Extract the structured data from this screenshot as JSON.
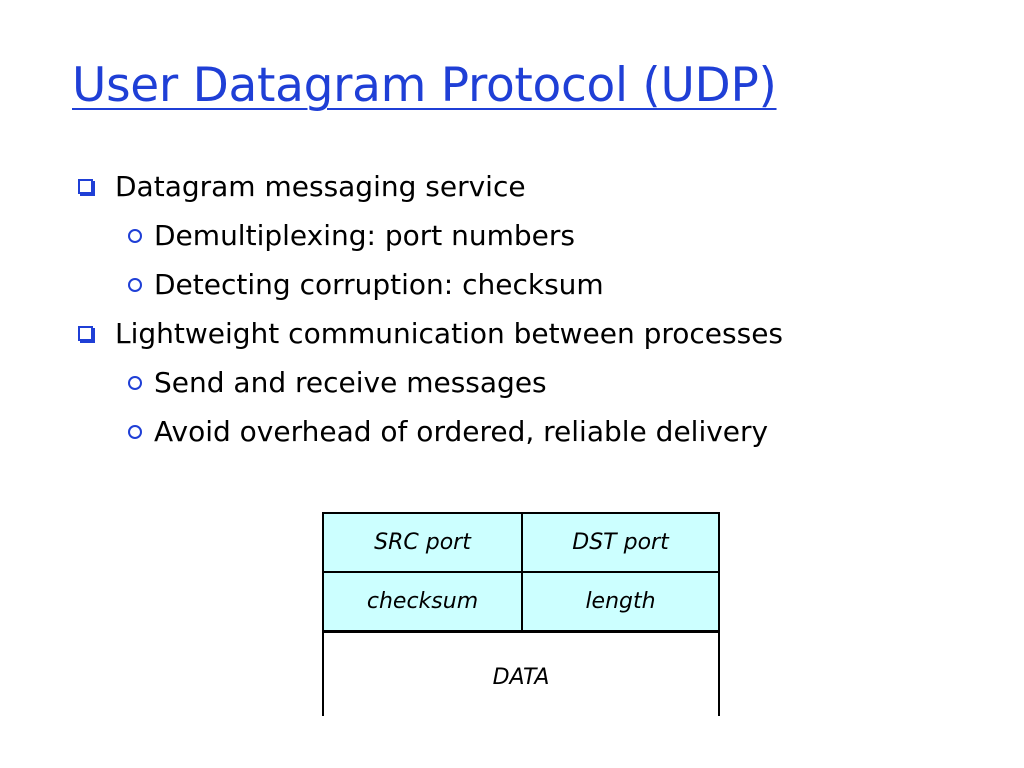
{
  "slide": {
    "title": "User Datagram Protocol (UDP)",
    "bullets": [
      {
        "level": 1,
        "text": "Datagram messaging service"
      },
      {
        "level": 2,
        "text": "Demultiplexing: port numbers"
      },
      {
        "level": 2,
        "text": "Detecting corruption: checksum"
      },
      {
        "level": 1,
        "text": "Lightweight communication between processes"
      },
      {
        "level": 2,
        "text": "Send and receive messages"
      },
      {
        "level": 2,
        "text": "Avoid overhead of ordered, reliable delivery"
      }
    ]
  },
  "packet": {
    "src_port": "SRC port",
    "dst_port": "DST port",
    "checksum": "checksum",
    "length": "length",
    "data": "DATA"
  },
  "colors": {
    "title": "#1f3fd6",
    "bullet": "#1f3fd6",
    "header_fill": "#ccffff"
  }
}
